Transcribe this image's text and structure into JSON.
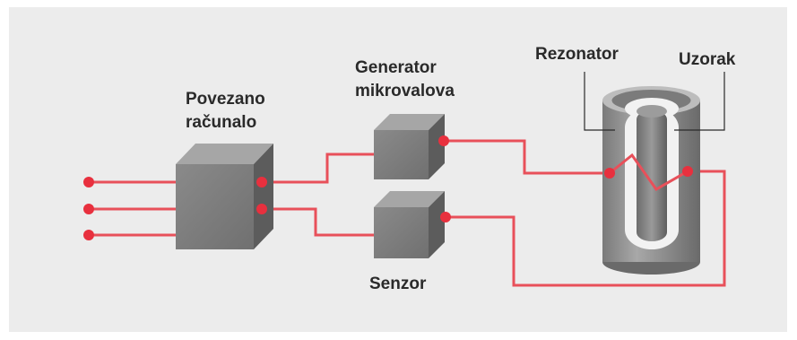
{
  "labels": {
    "computer_line1": "Povezano",
    "computer_line2": "računalo",
    "generator_line1": "Generator",
    "generator_line2": "mikrovalova",
    "resonator": "Rezonator",
    "sample": "Uzorak",
    "sensor": "Senzor"
  },
  "colors": {
    "background": "#ececec",
    "wire": "#e8505a",
    "node": "#e8303e",
    "box_front": "#7f7f7f",
    "box_top": "#a6a6a6",
    "box_side": "#5c5c5c",
    "label_text": "#2a2a2a"
  },
  "icons": {
    "computer": "cube-box-icon",
    "generator": "cube-box-icon",
    "sensor": "cube-box-icon",
    "resonator": "cylinder-icon"
  }
}
